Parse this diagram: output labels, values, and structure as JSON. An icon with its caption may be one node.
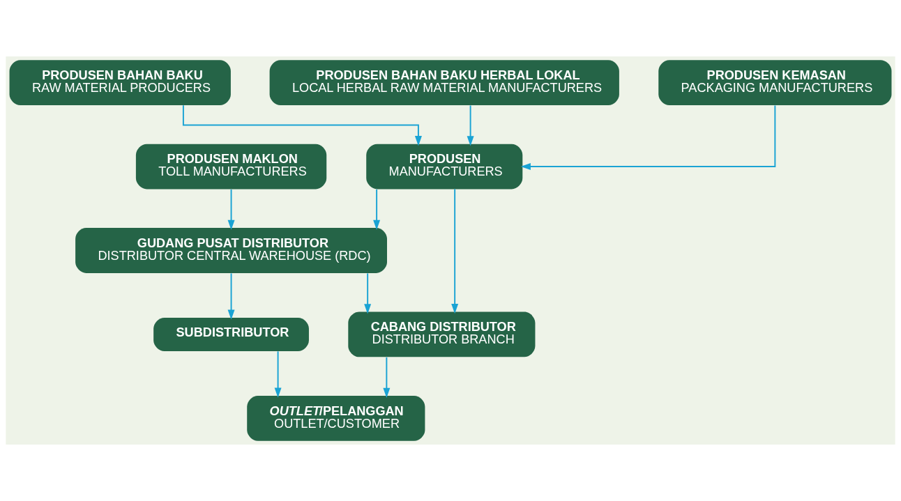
{
  "diagram": {
    "nodes": [
      {
        "text": [
          "PRODUSEN BAHAN BAKU",
          "RAW MATERIAL PRODUCERS"
        ]
      },
      {
        "text": [
          "PRODUSEN BAHAN BAKU HERBAL LOKAL",
          "LOCAL HERBAL RAW MATERIAL MANUFACTURERS"
        ]
      },
      {
        "text": [
          "PRODUSEN KEMASAN",
          "PACKAGING MANUFACTURERS"
        ]
      },
      {
        "text": [
          "PRODUSEN",
          "MANUFACTURERS"
        ]
      },
      {
        "text": [
          "PRODUSEN MAKLON",
          "TOLL MANUFACTURERS"
        ]
      },
      {
        "text": [
          "GUDANG PUSAT DISTRIBUTOR",
          "DISTRIBUTOR CENTRAL WAREHOUSE (RDC)"
        ]
      },
      {
        "text": [
          "CABANG DISTRIBUTOR",
          "DISTRIBUTOR BRANCH"
        ]
      },
      {
        "text": [
          "SUBDISTRIBUTOR"
        ]
      },
      {
        "text": [
          "*OUTLET*/PELANGGAN",
          "OUTLET/CUSTOMER"
        ]
      }
    ],
    "edges": [
      {
        "from": 0,
        "to": 3,
        "arrow": "to"
      },
      {
        "from": 1,
        "to": 3,
        "arrow": "to"
      },
      {
        "from": 2,
        "to": 3,
        "arrow": "to"
      },
      {
        "from": 3,
        "to": 5,
        "arrow": "to"
      },
      {
        "from": 4,
        "to": 5,
        "arrow": "to"
      },
      {
        "from": 3,
        "to": 6,
        "arrow": "to"
      },
      {
        "from": 5,
        "to": 6,
        "arrow": "to"
      },
      {
        "from": 5,
        "to": 7,
        "arrow": "to"
      },
      {
        "from": 6,
        "to": 8,
        "arrow": "to"
      },
      {
        "from": 7,
        "to": 8,
        "arrow": "to"
      }
    ]
  }
}
